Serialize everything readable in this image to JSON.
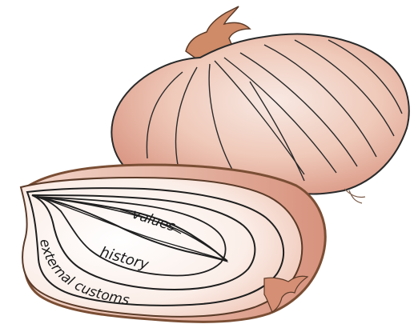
{
  "diagram": {
    "layers": [
      {
        "id": "values",
        "label": "values"
      },
      {
        "id": "history",
        "label": "history"
      },
      {
        "id": "external",
        "label": "external customs"
      }
    ]
  },
  "colors": {
    "skin_light": "#f6e6e0",
    "skin_mid": "#e9b6a4",
    "skin_dark": "#c97f69",
    "stem": "#c98462",
    "outline": "#1f1f1f",
    "cut_rim": "#8a5a3a"
  }
}
